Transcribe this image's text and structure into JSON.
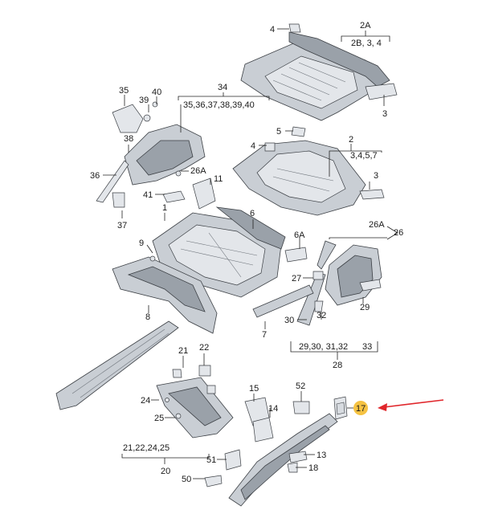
{
  "labels": {
    "l4a": "4",
    "l2A": "2A",
    "l2B": "2B, 3, 4",
    "l3a": "3",
    "l35": "35",
    "l40": "40",
    "l39": "39",
    "l34": "34",
    "l34g": "35,36,37,38,39,40",
    "l38": "38",
    "l36": "36",
    "l37": "37",
    "l26A": "26A",
    "l41": "41",
    "l11": "11",
    "l5": "5",
    "l4b": "4",
    "l2": "2",
    "l2g": "3,4,5,7",
    "l3b": "3",
    "l1": "1",
    "l6": "6",
    "l9": "9",
    "l6A": "6A",
    "l26Ab": "26A",
    "l26": "26",
    "l27": "27",
    "l29": "29",
    "l8": "8",
    "l7": "7",
    "l30": "30",
    "l32": "32",
    "l28g": "29,30, 31,32",
    "l33": "33",
    "l28": "28",
    "l21": "21",
    "l22": "22",
    "l15": "15",
    "l52": "52",
    "l14": "14",
    "l24": "24",
    "l25": "25",
    "l20g": "21,22,24,25",
    "l20": "20",
    "l51": "51",
    "l13": "13",
    "l18": "18",
    "l50": "50",
    "l17": "17"
  },
  "highlight": {
    "label": "17",
    "badge_color": "#f5c242",
    "arrow_color": "#e0262b"
  }
}
